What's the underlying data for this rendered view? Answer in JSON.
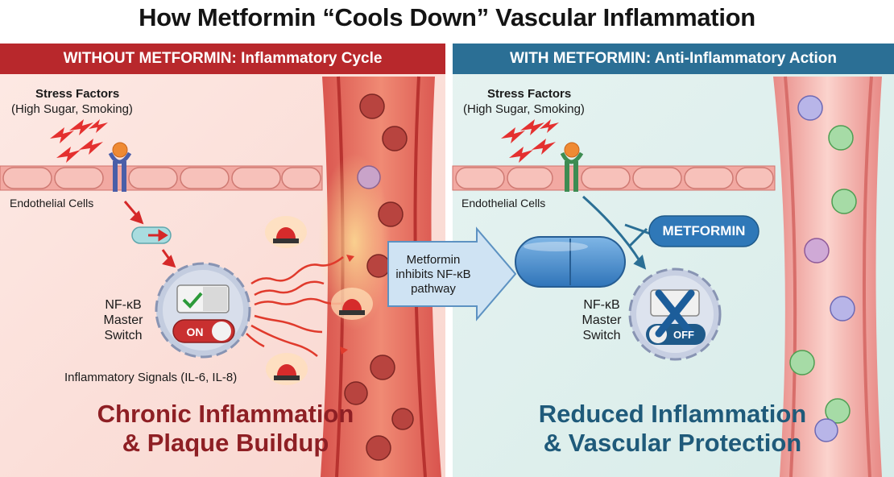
{
  "title": "How Metformin “Cools Down” Vascular Inflammation",
  "left_panel": {
    "header": "WITHOUT METFORMIN: Inflammatory Cycle",
    "stress_title": "Stress Factors",
    "stress_detail": "(High Sugar, Smoking)",
    "cells_label": "Endothelial Cells",
    "switch_label": [
      "NF-κB",
      "Master",
      "Switch"
    ],
    "switch_state": "ON",
    "signals_label": "Inflammatory Signals (IL-6, IL-8)",
    "outcome": [
      "Chronic Inflammation",
      "& Plaque Buildup"
    ]
  },
  "middle_arrow": [
    "Metformin",
    "inhibits NF-κB",
    "pathway"
  ],
  "right_panel": {
    "header": "WITH METFORMIN: Anti-Inflammatory Action",
    "stress_title": "Stress Factors",
    "stress_detail": "(High Sugar, Smoking)",
    "cells_label": "Endothelial Cells",
    "drug_label": "METFORMIN",
    "switch_label": [
      "NF-κB",
      "Master",
      "Switch"
    ],
    "switch_state": "OFF",
    "outcome": [
      "Reduced Inflammation",
      "& Vascular Protection"
    ]
  },
  "colors": {
    "left_header": "#b8282c",
    "right_header": "#2b6f95",
    "left_text": "#8e1f24",
    "right_text": "#1f5a7a"
  }
}
